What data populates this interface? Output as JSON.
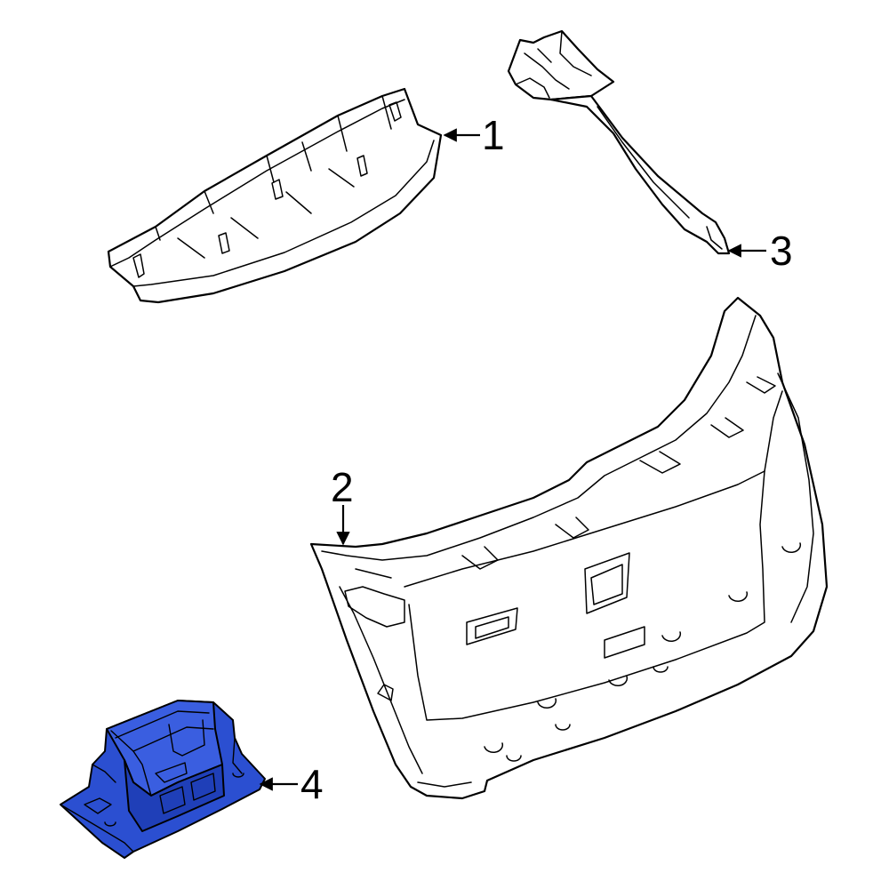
{
  "colors": {
    "outline": "#000000",
    "background": "#ffffff",
    "highlight": "#2b4fd1"
  },
  "callouts": [
    {
      "number": "1",
      "part": "upper-trim-panel"
    },
    {
      "number": "2",
      "part": "liftgate-trim-panel"
    },
    {
      "number": "3",
      "part": "side-pillar-trim"
    },
    {
      "number": "4",
      "part": "highlighted-bracket"
    }
  ]
}
